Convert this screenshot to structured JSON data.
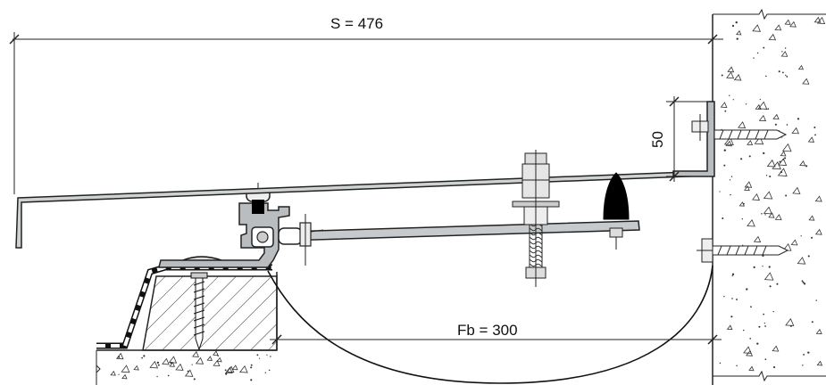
{
  "dimensions": {
    "span_label": "S = 476",
    "height_label": "50",
    "gap_label": "Fb = 300"
  },
  "colors": {
    "line": "#1a1a1a",
    "metal": "#b9bdbf",
    "metal_dark": "#8e9395",
    "concrete": "#ffffff",
    "black": "#000000"
  }
}
